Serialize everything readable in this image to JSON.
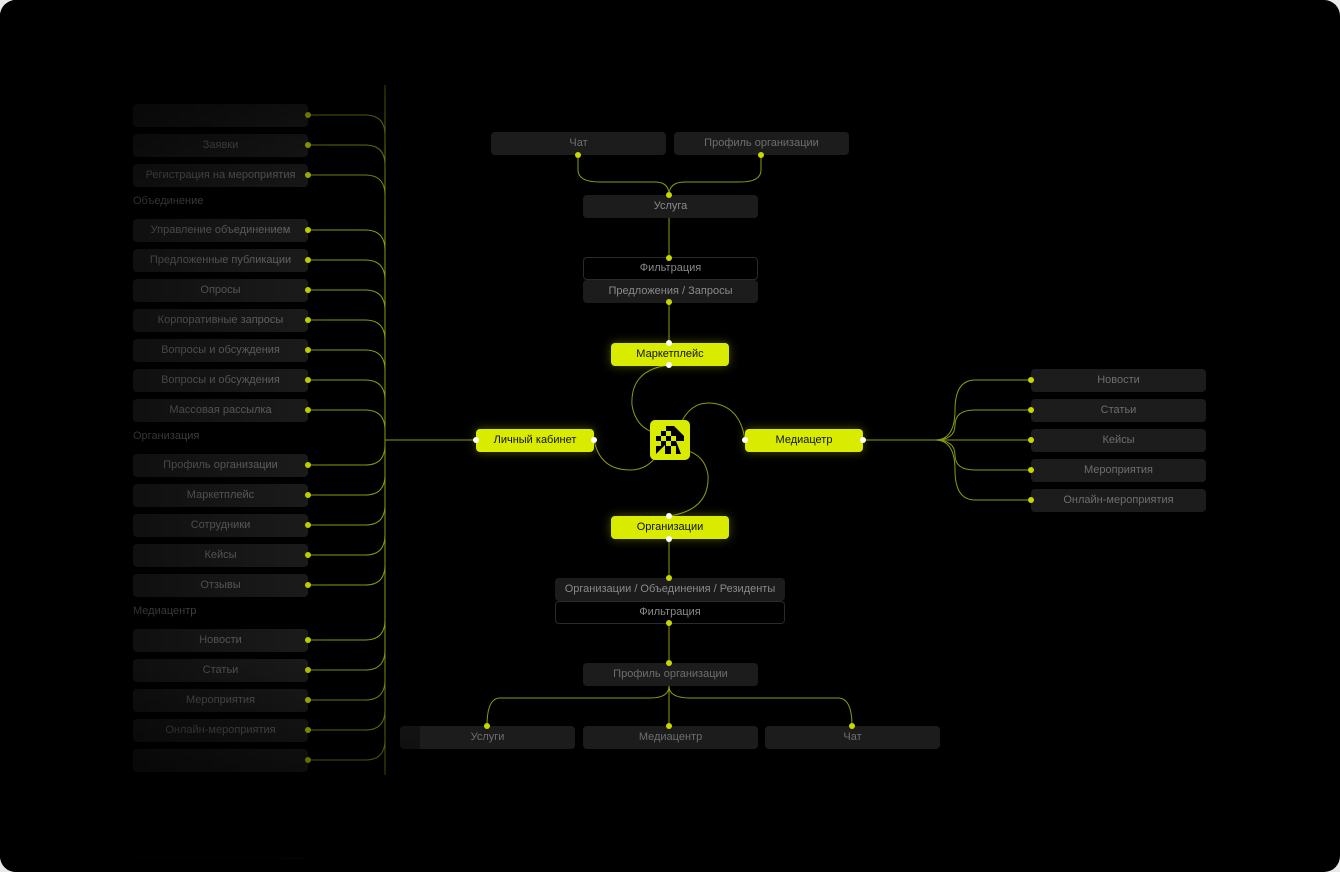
{
  "left_column": [
    {
      "type": "item",
      "label": ""
    },
    {
      "type": "item",
      "label": "Заявки"
    },
    {
      "type": "item",
      "label": "Регистрация на мероприятия"
    },
    {
      "type": "heading",
      "label": "Объединение"
    },
    {
      "type": "item",
      "label": "Управление объединением"
    },
    {
      "type": "item",
      "label": "Предложенные публикации"
    },
    {
      "type": "item",
      "label": "Опросы"
    },
    {
      "type": "item",
      "label": "Корпоративные запросы"
    },
    {
      "type": "item",
      "label": "Вопросы и обсуждения"
    },
    {
      "type": "item",
      "label": "Вопросы и обсуждения"
    },
    {
      "type": "item",
      "label": "Массовая рассылка"
    },
    {
      "type": "heading",
      "label": "Организация"
    },
    {
      "type": "item",
      "label": "Профиль организации"
    },
    {
      "type": "item",
      "label": "Маркетплейс"
    },
    {
      "type": "item",
      "label": "Сотрудники"
    },
    {
      "type": "item",
      "label": "Кейсы"
    },
    {
      "type": "item",
      "label": "Отзывы"
    },
    {
      "type": "heading",
      "label": "Медиацентр"
    },
    {
      "type": "item",
      "label": "Новости"
    },
    {
      "type": "item",
      "label": "Статьи"
    },
    {
      "type": "item",
      "label": "Мероприятия"
    },
    {
      "type": "item",
      "label": "Онлайн-мероприятия"
    },
    {
      "type": "item",
      "label": ""
    }
  ],
  "hubs": {
    "marketplace": "Маркетплейс",
    "cabinet": "Личный кабинет",
    "media": "Медиацетр",
    "orgs": "Организации"
  },
  "top": {
    "chat": "Чат",
    "org_profile": "Профиль организации",
    "service": "Услуга",
    "filter": "Фильтрация",
    "offers": "Предложения / Запросы"
  },
  "right": [
    "Новости",
    "Статьи",
    "Кейсы",
    "Мероприятия",
    "Онлайн-мероприятия"
  ],
  "bottom": {
    "list": "Организации / Объединения / Резиденты",
    "filter": "Фильтрация",
    "profile": "Профиль организации",
    "services": "Услуги",
    "media": "Медиацентр",
    "chat": "Чат"
  },
  "colors": {
    "accent": "#d9ec00",
    "background": "#000000",
    "box": "#1c1c1c"
  }
}
